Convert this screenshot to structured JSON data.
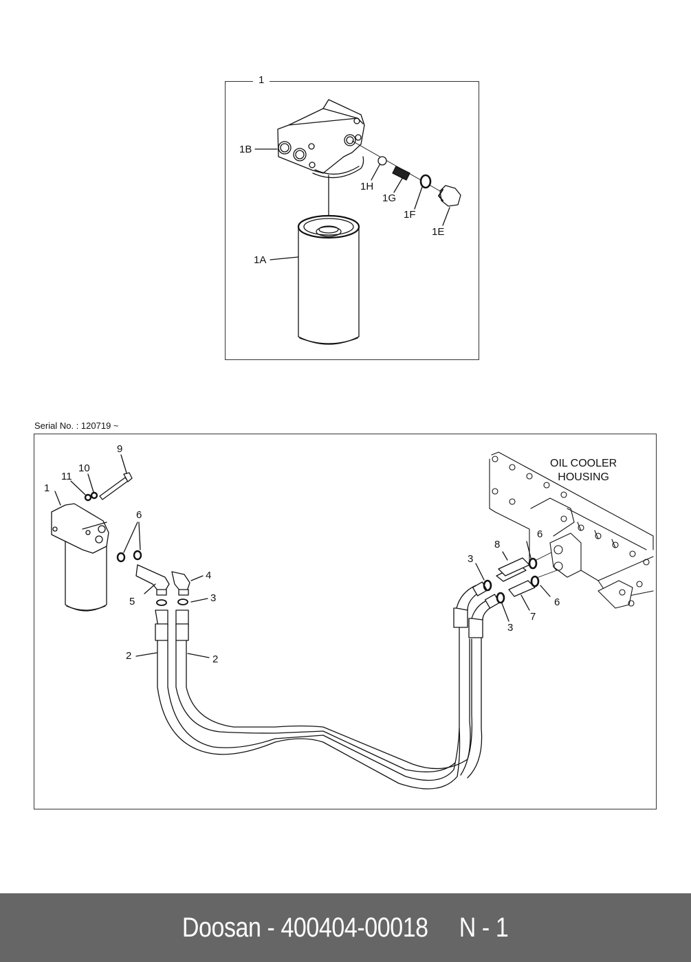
{
  "top_diagram": {
    "assembly_label": "1",
    "callouts": {
      "1B": "1B",
      "1H": "1H",
      "1G": "1G",
      "1F": "1F",
      "1E": "1E",
      "1A": "1A"
    }
  },
  "bottom_diagram": {
    "serial_label": "Serial No. : 120719 ~",
    "housing_label_line1": "OIL COOLER",
    "housing_label_line2": "HOUSING",
    "callouts": {
      "c9": "9",
      "c10": "10",
      "c11": "11",
      "c1": "1",
      "c6_left": "6",
      "c4": "4",
      "c5": "5",
      "c3_left": "3",
      "c2_left": "2",
      "c2_right": "2",
      "c8": "8",
      "c6_right_top": "6",
      "c3_right_top": "3",
      "c6_right_bottom": "6",
      "c7": "7",
      "c3_right_bottom": "3"
    }
  },
  "footer": {
    "text": "Doosan - 400404-00018     N - 1"
  }
}
